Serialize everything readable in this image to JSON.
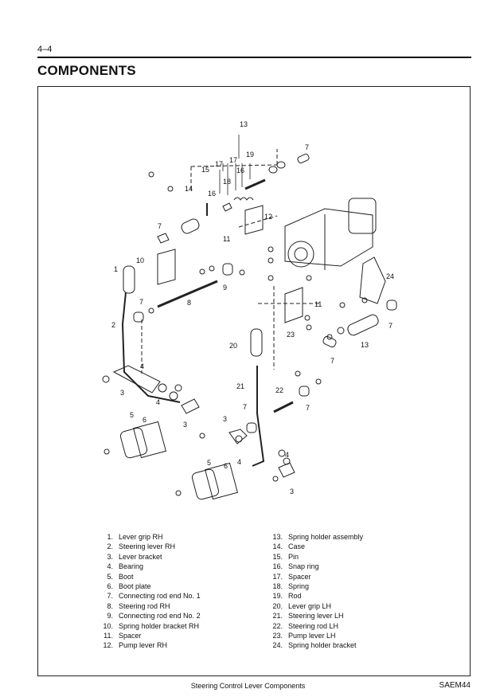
{
  "header": {
    "page_number": "4–4",
    "title": "COMPONENTS"
  },
  "diagram_callouts": [
    "1",
    "2",
    "3",
    "4",
    "5",
    "6",
    "7",
    "8",
    "9",
    "10",
    "11",
    "12",
    "13",
    "14",
    "15",
    "16",
    "17",
    "18",
    "19",
    "20",
    "21",
    "22",
    "23",
    "24"
  ],
  "legend": {
    "left": [
      {
        "num": "1.",
        "name": "Lever grip RH"
      },
      {
        "num": "2.",
        "name": "Steering lever RH"
      },
      {
        "num": "3.",
        "name": "Lever bracket"
      },
      {
        "num": "4.",
        "name": "Bearing"
      },
      {
        "num": "5.",
        "name": "Boot"
      },
      {
        "num": "6.",
        "name": "Boot plate"
      },
      {
        "num": "7.",
        "name": "Connecting rod end No. 1"
      },
      {
        "num": "8.",
        "name": "Steering rod RH"
      },
      {
        "num": "9.",
        "name": "Connecting rod end No. 2"
      },
      {
        "num": "10.",
        "name": "Spring holder bracket RH"
      },
      {
        "num": "11.",
        "name": "Spacer"
      },
      {
        "num": "12.",
        "name": "Pump lever RH"
      }
    ],
    "right": [
      {
        "num": "13.",
        "name": "Spring holder assembly"
      },
      {
        "num": "14.",
        "name": "Case"
      },
      {
        "num": "15.",
        "name": "Pin"
      },
      {
        "num": "16.",
        "name": "Snap ring"
      },
      {
        "num": "17.",
        "name": "Spacer"
      },
      {
        "num": "18.",
        "name": "Spring"
      },
      {
        "num": "19.",
        "name": "Rod"
      },
      {
        "num": "20.",
        "name": "Lever grip LH"
      },
      {
        "num": "21.",
        "name": "Steering lever LH"
      },
      {
        "num": "22.",
        "name": "Steering rod LH"
      },
      {
        "num": "23.",
        "name": "Pump lever LH"
      },
      {
        "num": "24.",
        "name": "Spring holder bracket"
      }
    ]
  },
  "footer": {
    "caption": "Steering Control Lever Components",
    "code": "SAEM44"
  }
}
